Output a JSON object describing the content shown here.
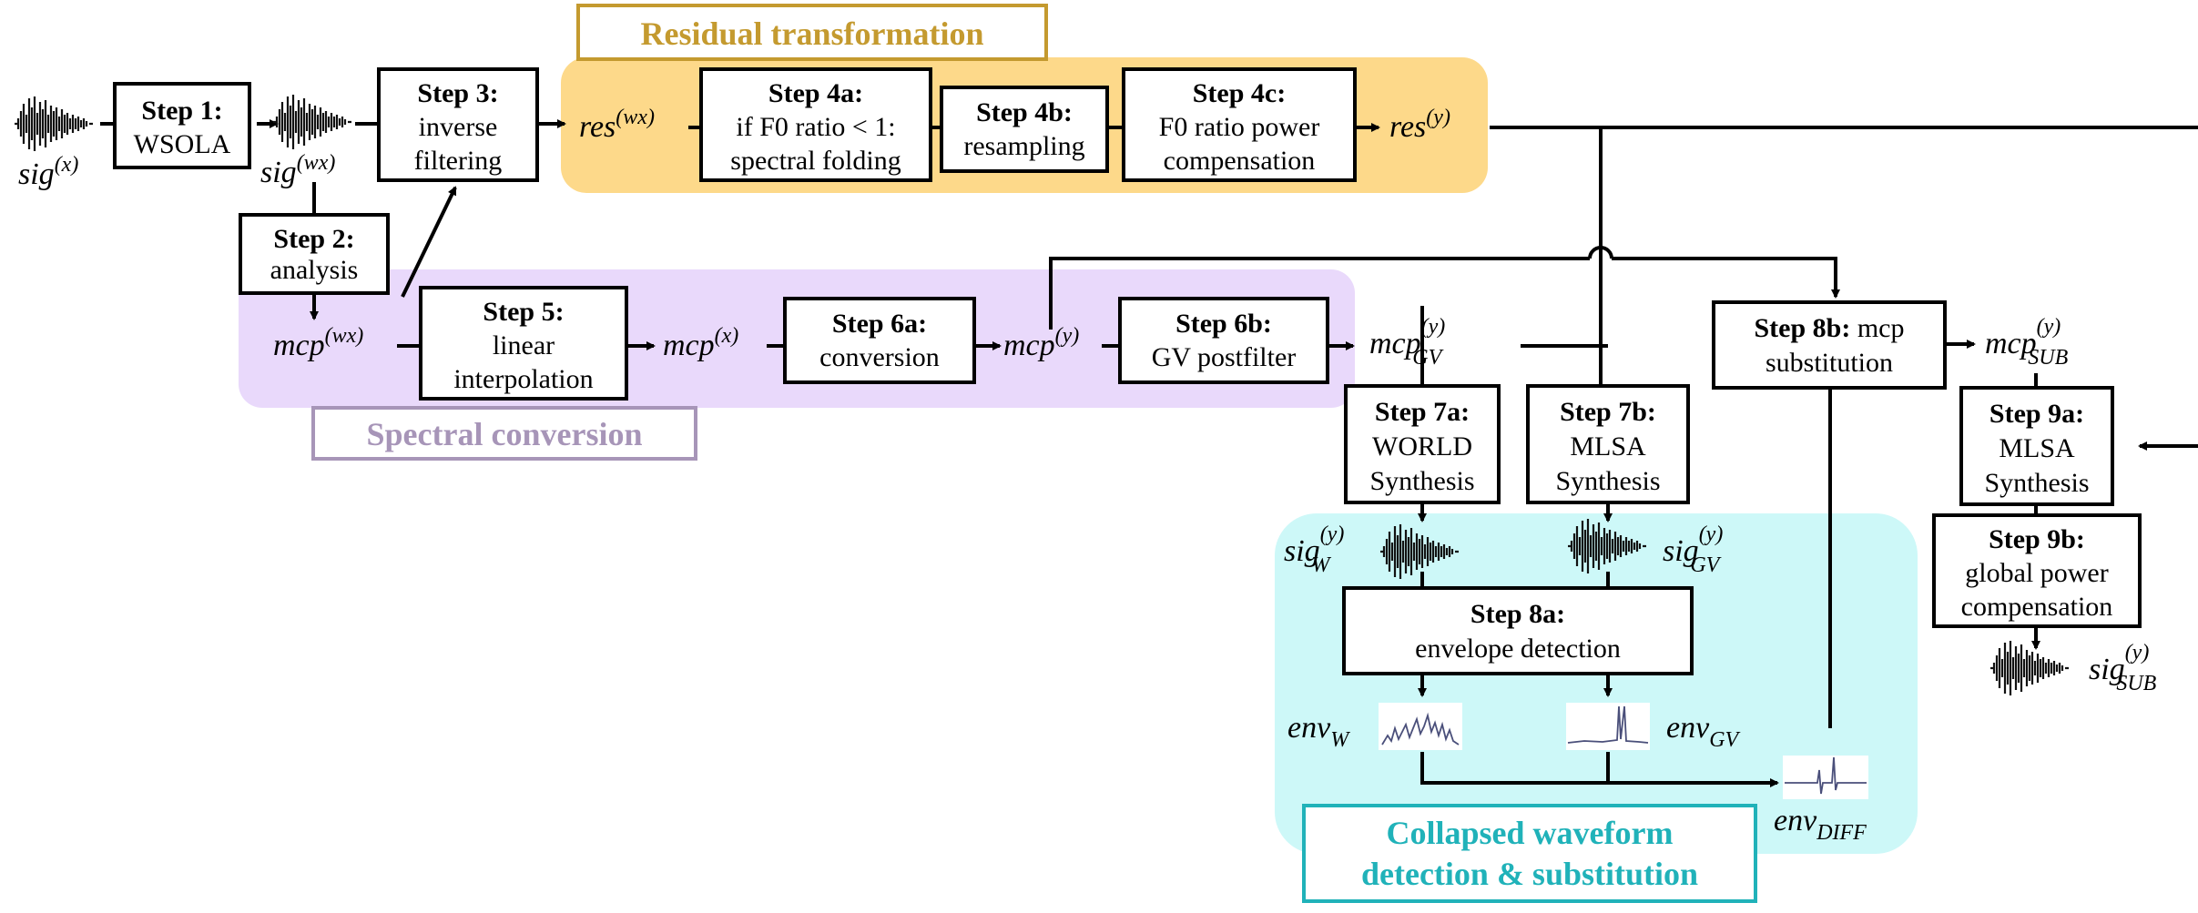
{
  "regions": {
    "residual_title": "Residual transformation",
    "spectral_title": "Spectral conversion",
    "collapsed_title_1": "Collapsed waveform",
    "collapsed_title_2": "detection & substitution"
  },
  "colors": {
    "residual_fill": "#fdd98a",
    "residual_text": "#c49a2f",
    "spectral_fill": "#e9d9fb",
    "spectral_text": "#a795b8",
    "collapsed_fill": "#cdf8f8",
    "collapsed_text": "#20b2b9"
  },
  "steps": {
    "s1": {
      "title": "Step 1:",
      "l1": "WSOLA"
    },
    "s2": {
      "title": "Step 2:",
      "l1": "analysis"
    },
    "s3": {
      "title": "Step 3:",
      "l1": "inverse",
      "l2": "filtering"
    },
    "s4a": {
      "title": "Step 4a:",
      "l1": "if F0 ratio < 1:",
      "l2": "spectral folding"
    },
    "s4b": {
      "title": "Step 4b:",
      "l1": "resampling"
    },
    "s4c": {
      "title": "Step 4c:",
      "l1": "F0 ratio power",
      "l2": "compensation"
    },
    "s5": {
      "title": "Step 5:",
      "l1": "linear",
      "l2": "interpolation"
    },
    "s6a": {
      "title": "Step 6a:",
      "l1": "conversion"
    },
    "s6b": {
      "title": "Step 6b:",
      "l1": "GV postfilter"
    },
    "s7a": {
      "title": "Step 7a:",
      "l1": "WORLD",
      "l2": "Synthesis"
    },
    "s7b": {
      "title": "Step 7b:",
      "l1": "MLSA",
      "l2": "Synthesis"
    },
    "s8a": {
      "title": "Step 8a:",
      "l1": "envelope detection"
    },
    "s8b": {
      "title": "Step 8b:",
      "inline": " mcp",
      "l1": "substitution"
    },
    "s9a": {
      "title": "Step 9a:",
      "l1": "MLSA",
      "l2": "Synthesis"
    },
    "s9b": {
      "title": "Step 9b:",
      "l1": "global power",
      "l2": "compensation"
    }
  },
  "vars": {
    "sig_x": {
      "base": "sig",
      "sup": "(x)"
    },
    "sig_wx": {
      "base": "sig",
      "sup": "(wx)"
    },
    "res_wx": {
      "base": "res",
      "sup": "(wx)"
    },
    "res_y": {
      "base": "res",
      "sup": "(y)"
    },
    "mcp_wx": {
      "base": "mcp",
      "sup": "(wx)"
    },
    "mcp_x": {
      "base": "mcp",
      "sup": "(x)"
    },
    "mcp_y": {
      "base": "mcp",
      "sup": "(y)"
    },
    "mcp_gv": {
      "base": "mcp",
      "sup": "(y)",
      "sub": "GV"
    },
    "mcp_sub": {
      "base": "mcp",
      "sup": "(y)",
      "sub": "SUB"
    },
    "sig_w": {
      "base": "sig",
      "sup": "(y)",
      "sub": "W"
    },
    "sig_gv": {
      "base": "sig",
      "sup": "(y)",
      "sub": "GV"
    },
    "sig_sub": {
      "base": "sig",
      "sup": "(y)",
      "sub": "SUB"
    },
    "env_w": {
      "base": "env",
      "sub": "W"
    },
    "env_gv": {
      "base": "env",
      "sub": "GV"
    },
    "env_diff": {
      "base": "env",
      "sub": "DIFF"
    }
  }
}
